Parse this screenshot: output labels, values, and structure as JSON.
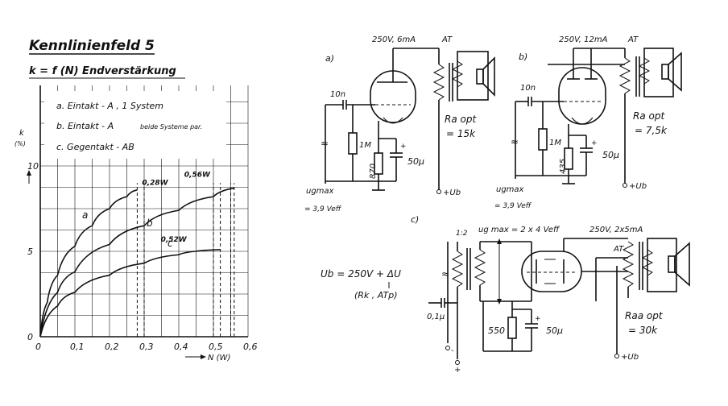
{
  "chart_data": {
    "type": "line",
    "title": "Kennlinienfeld 5",
    "subtitle": "k = f (N) Endverstärkung",
    "xlabel": "N (W)",
    "ylabel_line1": "k",
    "ylabel_line2": "(%)",
    "xlim": [
      0,
      0.6
    ],
    "ylim": [
      0,
      10
    ],
    "xticks": [
      "0",
      "0,1",
      "0,2",
      "0,3",
      "0,4",
      "0,5",
      "0,6"
    ],
    "yticks": [
      "0",
      "5",
      "10"
    ],
    "legend": [
      "a. Eintakt - A , 1 System",
      "b. Eintakt - A",
      "beide Systeme par.",
      "c. Gegentakt - AB"
    ],
    "series": [
      {
        "name": "a",
        "end_label": "0,28W",
        "x": [
          0,
          0.02,
          0.05,
          0.1,
          0.15,
          0.2,
          0.25,
          0.28
        ],
        "values": [
          0,
          2.0,
          3.6,
          5.3,
          6.5,
          7.5,
          8.2,
          8.6
        ]
      },
      {
        "name": "b",
        "end_label": "0,56W",
        "x": [
          0,
          0.05,
          0.1,
          0.2,
          0.3,
          0.4,
          0.5,
          0.56
        ],
        "values": [
          0,
          2.6,
          3.8,
          5.4,
          6.5,
          7.4,
          8.2,
          8.7
        ]
      },
      {
        "name": "c",
        "end_label": "0,52W",
        "x": [
          0,
          0.05,
          0.1,
          0.2,
          0.3,
          0.4,
          0.45,
          0.52
        ],
        "values": [
          0,
          1.8,
          2.6,
          3.6,
          4.3,
          4.8,
          5.0,
          5.1
        ]
      }
    ],
    "dashed_x": [
      0.28,
      0.3,
      0.5,
      0.52,
      0.55,
      0.56
    ]
  },
  "circuit_a": {
    "tag": "a)",
    "supply": "250V, 6mA",
    "transformer": "AT",
    "cap": "10n",
    "res_grid": "1M",
    "res_cathode": "870",
    "cap_cathode": "50µ",
    "signal1": "ugmax",
    "signal2": "= 3,9 Veff",
    "ra1": "Ra opt",
    "ra2": "= 15k",
    "ub": "+Ub"
  },
  "circuit_b": {
    "tag": "b)",
    "supply": "250V, 12mA",
    "transformer": "AT",
    "cap": "10n",
    "res_grid": "1M",
    "res_cathode": "435",
    "cap_cathode": "50µ",
    "signal1": "ugmax",
    "signal2": "= 3,9 Veff",
    "ra1": "Ra opt",
    "ra2": "= 7,5k",
    "ub": "+Ub"
  },
  "circuit_c": {
    "tag": "c)",
    "ratio": "1:2",
    "drive": "ug max = 2 x 4 Veff",
    "supply": "250V, 2x5mA",
    "transformer": "AT",
    "ub_formula": "Ub = 250V + ΔU",
    "rk": "(Rk , ATp)",
    "cap": "0,1µ",
    "res_cathode": "550",
    "cap_cathode": "50µ",
    "raa1": "Raa opt",
    "raa2": "= 30k",
    "ub": "+Ub",
    "minus": "-",
    "plus": "+"
  }
}
